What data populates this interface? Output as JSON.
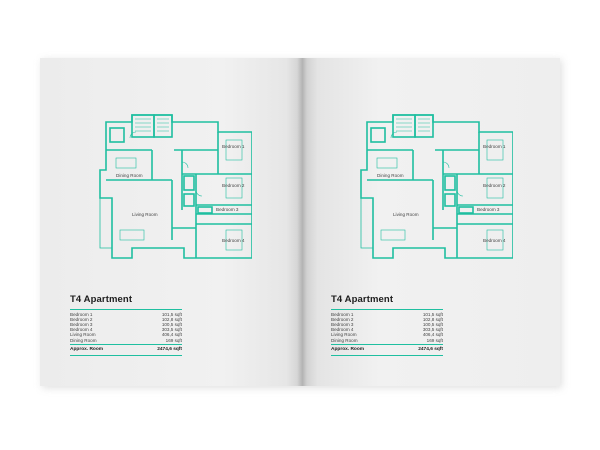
{
  "brochure": {
    "left_page": {
      "title": "T4 Apartment",
      "rooms": [
        {
          "name": "Bedroom 1",
          "area": "101,5 sqft"
        },
        {
          "name": "Bedroom 2",
          "area": "102,8 sqft"
        },
        {
          "name": "Bedroom 3",
          "area": "100,5 sqft"
        },
        {
          "name": "Bedroom 4",
          "area": "303,5 sqft"
        },
        {
          "name": "Living Room",
          "area": "406,4 sqft"
        },
        {
          "name": "Dining Room",
          "area": "169 sqft"
        }
      ],
      "total_label": "Approx. Room",
      "total_value": "2474,6 sqft",
      "plan_labels": {
        "bedroom1": "Bedroom 1",
        "bedroom2": "Bedroom 2",
        "bedroom3": "Bedroom 3",
        "bedroom4": "Bedroom 4",
        "dining": "Dining Room",
        "living": "Living Room"
      }
    },
    "right_page": {
      "title": "T4 Apartment",
      "rooms": [
        {
          "name": "Bedroom 1",
          "area": "101,5 sqft"
        },
        {
          "name": "Bedroom 2",
          "area": "102,8 sqft"
        },
        {
          "name": "Bedroom 3",
          "area": "100,5 sqft"
        },
        {
          "name": "Bedroom 4",
          "area": "303,5 sqft"
        },
        {
          "name": "Living Room",
          "area": "406,4 sqft"
        },
        {
          "name": "Dining Room",
          "area": "169 sqft"
        }
      ],
      "total_label": "Approx. Room",
      "total_value": "2474,6 sqft",
      "plan_labels": {
        "bedroom1": "Bedroom 1",
        "bedroom2": "Bedroom 2",
        "bedroom3": "Bedroom 3",
        "bedroom4": "Bedroom 4",
        "dining": "Dining Room",
        "living": "Living Room"
      }
    }
  },
  "colors": {
    "accent": "#1fbfa0",
    "page": "#efefef",
    "text": "#1d1d1d"
  }
}
